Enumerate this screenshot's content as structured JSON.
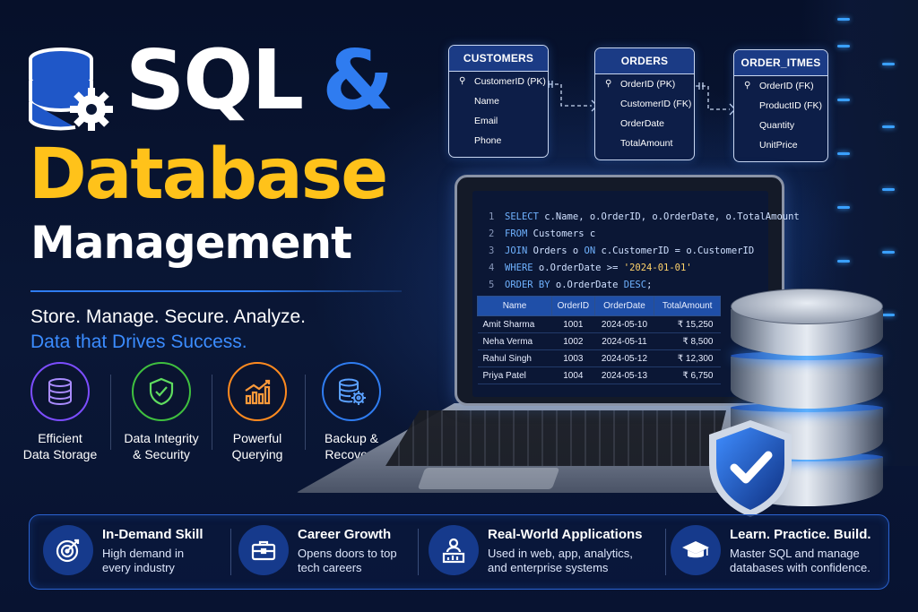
{
  "title": {
    "line1": "SQL",
    "amp": "&",
    "line2": "Database",
    "line3": "Management"
  },
  "tagline": {
    "line1": "Store. Manage. Secure. Analyze.",
    "line2": "Data that Drives Success."
  },
  "features": [
    {
      "icon": "database-icon",
      "line1": "Efficient",
      "line2": "Data Storage",
      "color": "#7c4dff"
    },
    {
      "icon": "shield-check-icon",
      "line1": "Data Integrity",
      "line2": "& Security",
      "color": "#3fbf3f"
    },
    {
      "icon": "bar-chart-icon",
      "line1": "Powerful",
      "line2": "Querying",
      "color": "#ff8a1f"
    },
    {
      "icon": "database-gear-icon",
      "line1": "Backup &",
      "line2": "Recovery",
      "color": "#2f7cf0"
    }
  ],
  "erd": {
    "customers": {
      "title": "CUSTOMERS",
      "fields": [
        "CustomerID (PK)",
        "Name",
        "Email",
        "Phone"
      ]
    },
    "orders": {
      "title": "ORDERS",
      "fields": [
        "OrderID (PK)",
        "CustomerID (FK)",
        "OrderDate",
        "TotalAmount"
      ]
    },
    "order_items": {
      "title": "ORDER_ITMES",
      "fields": [
        "OrderID (FK)",
        "ProductID (FK)",
        "Quantity",
        "UnitPrice"
      ]
    }
  },
  "code": {
    "l1_num": "1",
    "l1_kw": "SELECT",
    "l1_rest": " c.Name, o.OrderID, o.OrderDate, o.TotalAmount",
    "l2_num": "2",
    "l2_kw": "FROM",
    "l2_rest": " Customers c",
    "l3_num": "3",
    "l3_kw": "JOIN",
    "l3_rest": " Orders o ",
    "l3_kw2": "ON",
    "l3_rest2": " c.CustomerID = o.CustomerID",
    "l4_num": "4",
    "l4_kw": "WHERE",
    "l4_rest": " o.OrderDate >= ",
    "l4_str": "'2024-01-01'",
    "l5_num": "5",
    "l5_kw": "ORDER BY",
    "l5_rest": " o.OrderDate ",
    "l5_kw2": "DESC",
    "l5_end": ";"
  },
  "results": {
    "headers": [
      "Name",
      "OrderID",
      "OrderDate",
      "TotalAmount"
    ],
    "rows": [
      [
        "Amit Sharma",
        "1001",
        "2024-05-10",
        "₹ 15,250"
      ],
      [
        "Neha Verma",
        "1002",
        "2024-05-11",
        "₹ 8,500"
      ],
      [
        "Rahul Singh",
        "1003",
        "2024-05-12",
        "₹ 12,300"
      ],
      [
        "Priya Patel",
        "1004",
        "2024-05-13",
        "₹ 6,750"
      ]
    ]
  },
  "benefits": [
    {
      "icon": "target-icon",
      "title": "In-Demand Skill",
      "line1": "High demand in",
      "line2": "every industry"
    },
    {
      "icon": "briefcase-icon",
      "title": "Career Growth",
      "line1": "Opens doors to top",
      "line2": "tech careers"
    },
    {
      "icon": "analytics-user-icon",
      "title": "Real-World Applications",
      "line1": "Used in web, app, analytics,",
      "line2": "and enterprise systems"
    },
    {
      "icon": "graduation-cap-icon",
      "title": "Learn. Practice. Build.",
      "line1": "Master SQL and manage",
      "line2": "databases with confidence."
    }
  ],
  "colors": {
    "accent": "#2f7cf0",
    "yellow": "#ffc21a",
    "bg": "#0a1736"
  }
}
